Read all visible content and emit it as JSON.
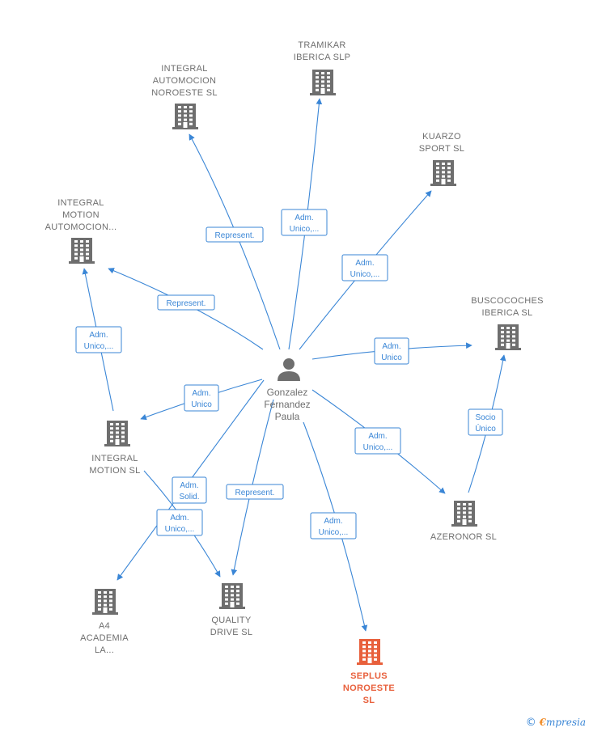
{
  "center": {
    "id": "person",
    "lines": [
      "Gonzalez",
      "Fernandez",
      "Paula"
    ]
  },
  "nodes": [
    {
      "id": "tramikar",
      "lines": [
        "TRAMIKAR",
        "IBERICA SLP"
      ],
      "highlight": false
    },
    {
      "id": "integral_automocion",
      "lines": [
        "INTEGRAL",
        "AUTOMOCION",
        "NOROESTE SL"
      ],
      "highlight": false
    },
    {
      "id": "kuarzo",
      "lines": [
        "KUARZO",
        "SPORT SL"
      ],
      "highlight": false
    },
    {
      "id": "integral_motion_auto",
      "lines": [
        "INTEGRAL",
        "MOTION",
        "AUTOMOCION..."
      ],
      "highlight": false
    },
    {
      "id": "buscocoches",
      "lines": [
        "BUSCOCOCHES",
        "IBERICA SL"
      ],
      "highlight": false
    },
    {
      "id": "integral_motion_sl",
      "lines": [
        "INTEGRAL",
        "MOTION SL"
      ],
      "highlight": false
    },
    {
      "id": "azeronor",
      "lines": [
        "AZERONOR SL"
      ],
      "highlight": false
    },
    {
      "id": "a4academia",
      "lines": [
        "A4",
        "ACADEMIA",
        "LA..."
      ],
      "highlight": false
    },
    {
      "id": "quality",
      "lines": [
        "QUALITY",
        "DRIVE SL"
      ],
      "highlight": false
    },
    {
      "id": "seplus",
      "lines": [
        "SEPLUS",
        "NOROESTE",
        "SL"
      ],
      "highlight": true
    }
  ],
  "edges": [
    {
      "label": [
        "Represent."
      ]
    },
    {
      "label": [
        "Adm.",
        "Unico,..."
      ]
    },
    {
      "label": [
        "Adm.",
        "Unico,..."
      ]
    },
    {
      "label": [
        "Represent."
      ]
    },
    {
      "label": [
        "Adm.",
        "Unico,..."
      ]
    },
    {
      "label": [
        "Adm.",
        "Unico"
      ]
    },
    {
      "label": [
        "Socio",
        "Único"
      ]
    },
    {
      "label": [
        "Adm.",
        "Unico"
      ]
    },
    {
      "label": [
        "Adm.",
        "Unico,..."
      ]
    },
    {
      "label": [
        "Adm.",
        "Solid."
      ]
    },
    {
      "label": [
        "Adm.",
        "Unico,..."
      ]
    },
    {
      "label": [
        "Represent."
      ]
    },
    {
      "label": [
        "Adm.",
        "Unico,..."
      ]
    }
  ],
  "colors": {
    "edge": "#3a86d6",
    "building": "#6e6e6e",
    "building_highlight": "#e8603c",
    "person": "#6e6e6e"
  },
  "brand": {
    "copyright": "©",
    "initial": "€",
    "rest": "mpresia"
  }
}
